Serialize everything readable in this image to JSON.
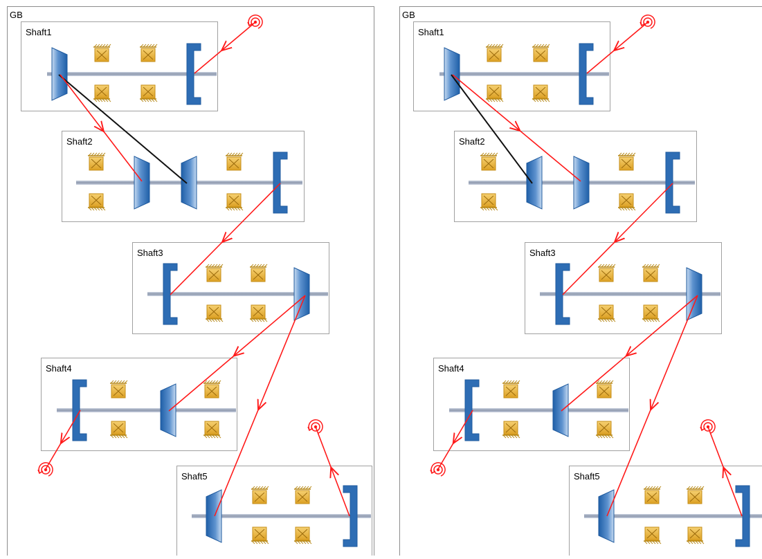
{
  "panels": [
    {
      "id": "left",
      "title": "GB",
      "shafts": [
        "Shaft1",
        "Shaft2",
        "Shaft3",
        "Shaft4",
        "Shaft5"
      ]
    },
    {
      "id": "right",
      "title": "GB",
      "shafts": [
        "Shaft1",
        "Shaft2",
        "Shaft3",
        "Shaft4",
        "Shaft5"
      ]
    }
  ],
  "colors": {
    "frame": "#8c8c8c",
    "box": "#a0a0a0",
    "shaft": "#9aa5b8",
    "gear": "#2e6db4",
    "bearing": "#e6ae2a",
    "flow": "#ff1a1a",
    "link": "#111111"
  },
  "icons": {
    "input": "rotation-input-icon",
    "output": "rotation-output-icon",
    "bevel": "bevel-gear-icon",
    "clutch": "coupling-icon",
    "bearing": "bearing-icon"
  }
}
